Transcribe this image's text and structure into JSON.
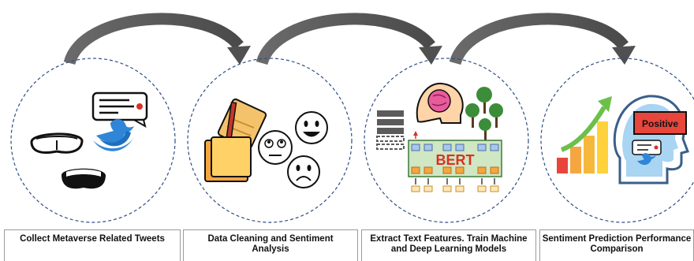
{
  "steps": [
    {
      "label": "Collect Metaverse Related Tweets"
    },
    {
      "label": "Data Cleaning and Sentiment\nAnalysis"
    },
    {
      "label": "Extract Text Features. Train Machine\nand Deep Learning Models"
    },
    {
      "label": "Sentiment Prediction Performance\nComparison"
    }
  ],
  "model_label": "BERT",
  "result_label": "Positive",
  "colors": {
    "arrow": "#5b5b5b",
    "circle_border": "#2e4e86",
    "twitter_blue": "#2f86d8",
    "bert_red": "#d93025",
    "positive_box": "#e8453c"
  },
  "icons": [
    "vr-glasses-icon",
    "vr-headset-icon",
    "tweet-bubble-icon",
    "twitter-bird-icon",
    "notepad-pencil-icon",
    "sticky-note-icon",
    "confused-face-icon",
    "happy-face-icon",
    "sad-face-icon",
    "brain-head-icon",
    "trees-icon",
    "database-rows-icon",
    "bert-network-icon",
    "bar-chart-icon",
    "growth-arrow-icon",
    "head-profile-icon"
  ]
}
